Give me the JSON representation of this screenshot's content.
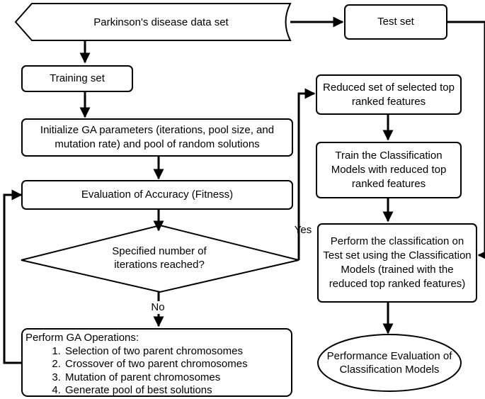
{
  "data_source": "Parkinson's disease data set",
  "test_set": "Test set",
  "training_set": "Training set",
  "init_params": "Initialize GA parameters (iterations, pool size, and mutation rate) and pool of random solutions",
  "evaluation": "Evaluation of Accuracy (Fitness)",
  "decision": "Specified number of iterations reached?",
  "yes_label": "Yes",
  "no_label": "No",
  "ga_operations": {
    "title": "Perform GA Operations:",
    "steps": [
      "Selection of two parent chromosomes",
      "Crossover of two parent chromosomes",
      "Mutation of parent chromosomes",
      "Generate pool of best solutions"
    ]
  },
  "reduced_set": "Reduced set of selected top ranked features",
  "train_models": "Train the Classification Models with reduced top ranked features",
  "perform_classification": "Perform the classification on Test set using the Classification Models (trained with the reduced top ranked features)",
  "performance_evaluation": "Performance Evaluation of Classification Models"
}
